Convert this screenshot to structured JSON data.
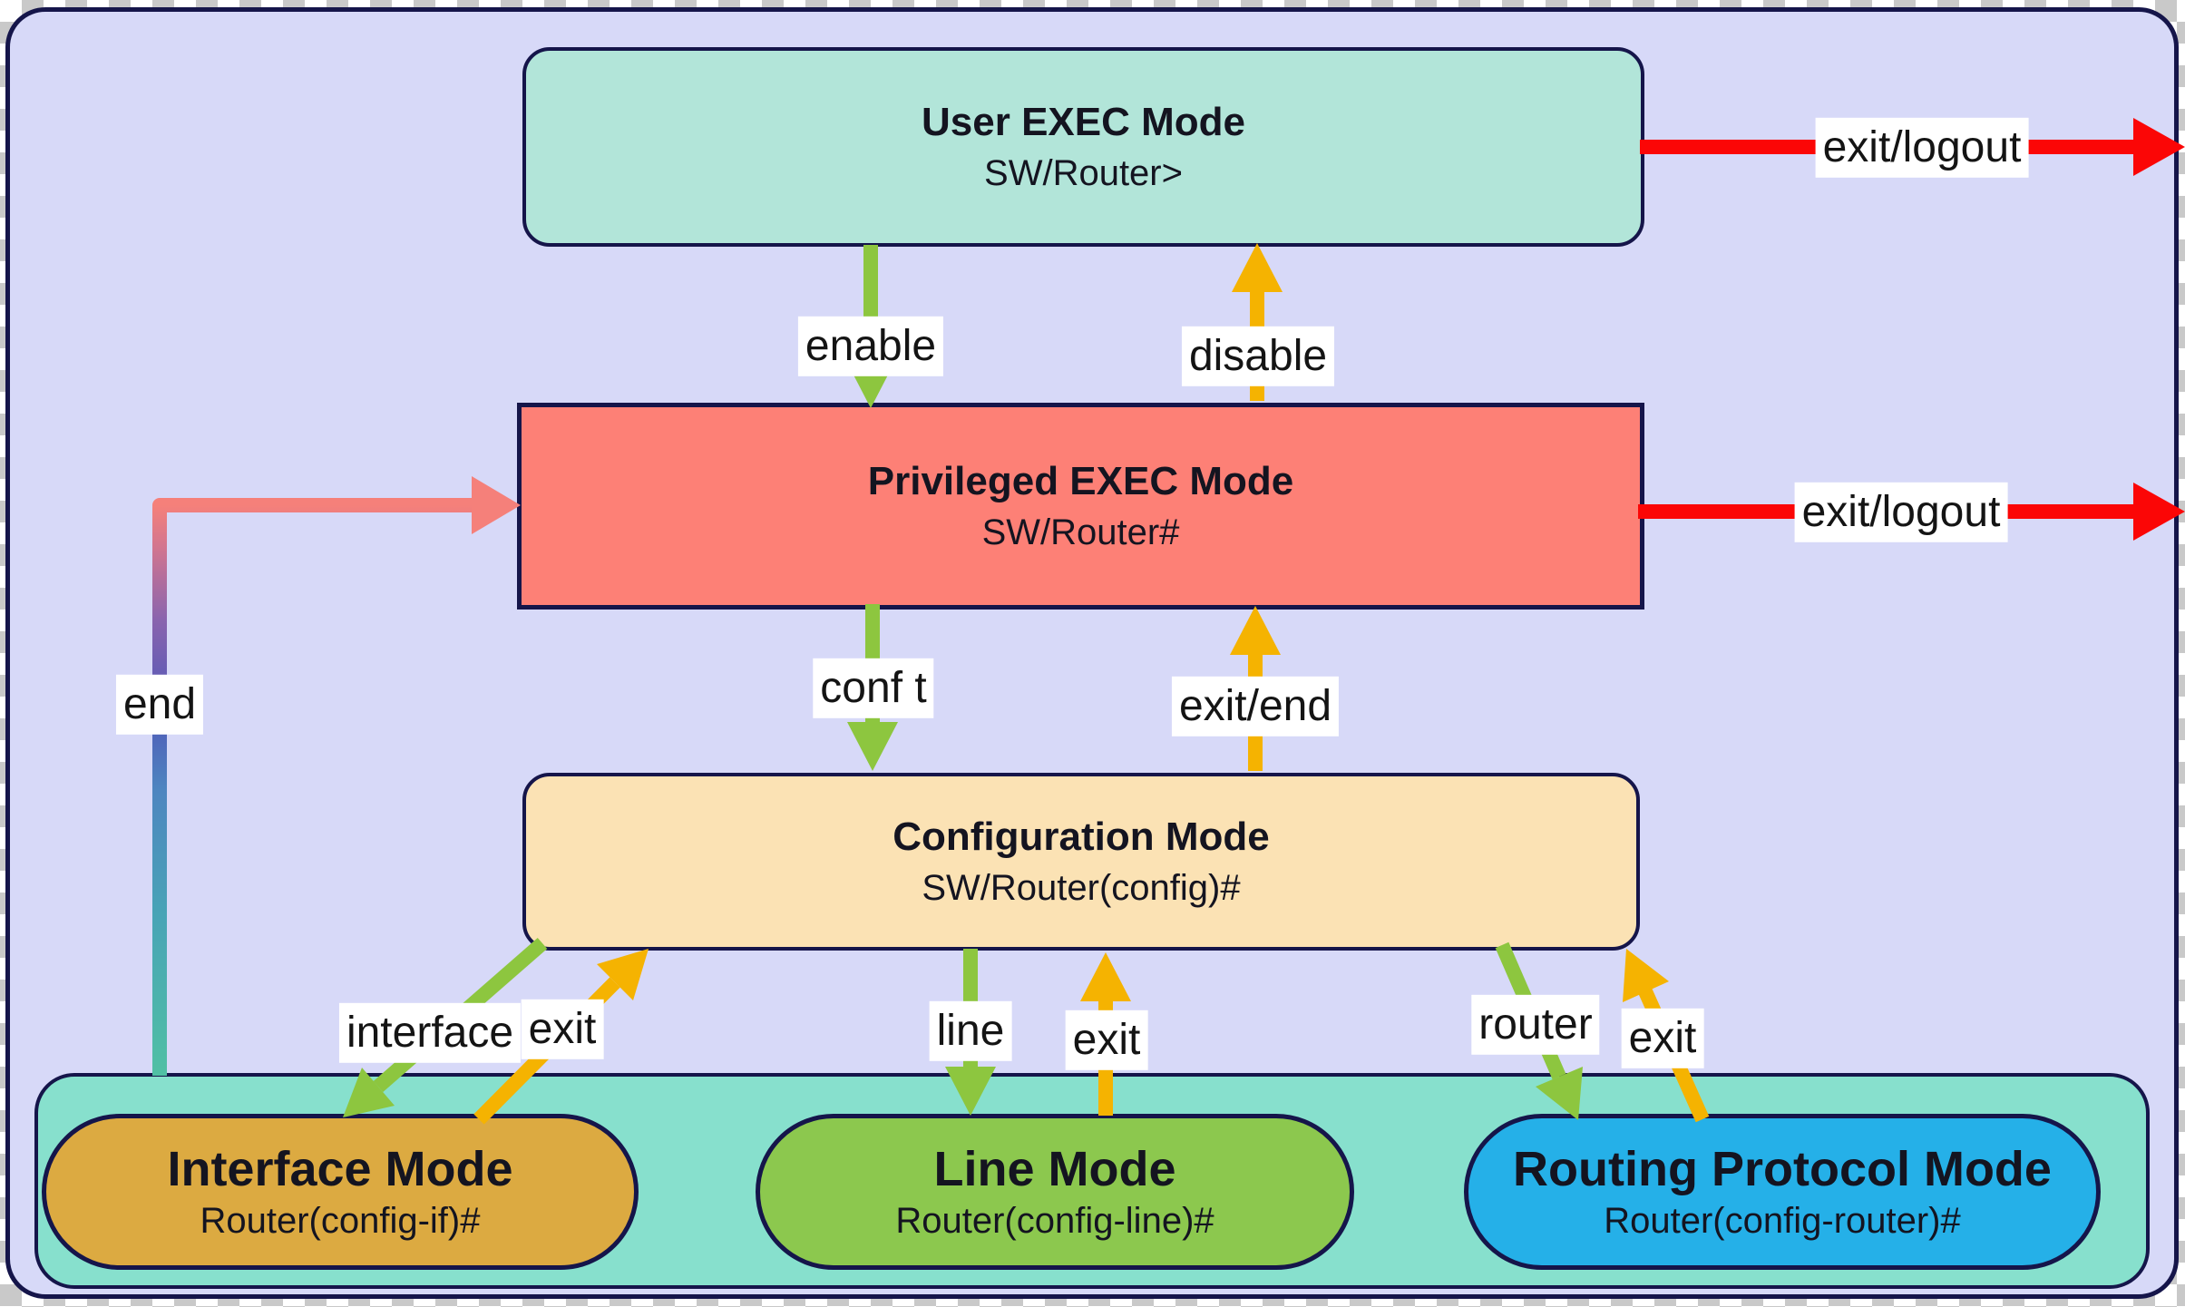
{
  "colors": {
    "lavender": "#d7d9f8",
    "navy": "#15154a",
    "mint": "#b2e5d9",
    "salmon": "#fd8076",
    "peach": "#fbe2b4",
    "teal": "#87e0cd",
    "gold": "#dcaa41",
    "green": "#8cc84e",
    "blue": "#25b0e8",
    "arrow-green": "#8dc63f",
    "arrow-orange": "#f5b301",
    "arrow-red": "#fb0606",
    "label-bg": "#ffffff"
  },
  "nodes": {
    "user_exec": {
      "title": "User EXEC Mode",
      "prompt": "SW/Router>"
    },
    "privileged_exec": {
      "title": "Privileged EXEC Mode",
      "prompt": "SW/Router#"
    },
    "configuration": {
      "title": "Configuration Mode",
      "prompt": "SW/Router(config)#"
    },
    "interface_mode": {
      "title": "Interface Mode",
      "prompt": "Router(config-if)#"
    },
    "line_mode": {
      "title": "Line Mode",
      "prompt": "Router(config-line)#"
    },
    "routing_protocol_mode": {
      "title": "Routing Protocol Mode",
      "prompt": "Router(config-router)#"
    }
  },
  "edges": {
    "exit_logout_top": "exit/logout",
    "exit_logout_mid": "exit/logout",
    "enable": "enable",
    "disable": "disable",
    "conf_t": "conf t",
    "exit_end": "exit/end",
    "interface_cmd": "interface",
    "interface_exit": "exit",
    "line_cmd": "line",
    "line_exit": "exit",
    "router_cmd": "router",
    "router_exit": "exit",
    "end_cmd": "end"
  }
}
